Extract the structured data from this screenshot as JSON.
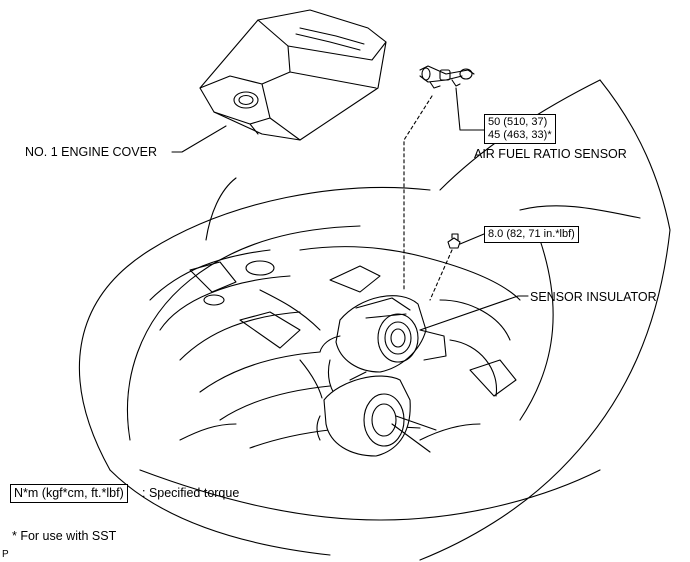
{
  "labels": {
    "engine_cover": "NO. 1 ENGINE COVER",
    "air_fuel_sensor": "AIR FUEL RATIO SENSOR",
    "sensor_insulator": "SENSOR INSULATOR"
  },
  "torques": {
    "sensor_line1": "50 (510, 37)",
    "sensor_line2": "45 (463, 33)*",
    "insulator": "8.0 (82, 71 in.*lbf)"
  },
  "legend": {
    "unit": "N*m (kgf*cm, ft.*lbf)",
    "meaning": ": Specified torque"
  },
  "footnote": "* For use with SST",
  "corner_mark": "P"
}
